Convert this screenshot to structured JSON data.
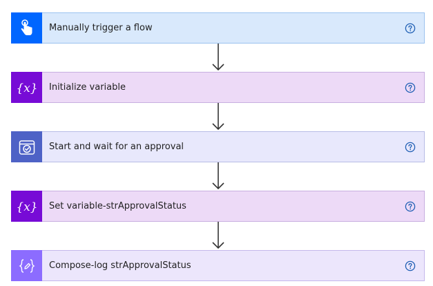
{
  "steps": [
    {
      "label": "Manually trigger a flow",
      "icon": "hand-touch-icon",
      "icon_bg": "#0066ff",
      "card_bg": "#d9e9fc",
      "border": "#9bc2ef"
    },
    {
      "label": "Initialize variable",
      "icon": "variable-braces-icon",
      "icon_bg": "#770bd6",
      "card_bg": "#eddaf7",
      "border": "#c7aee0"
    },
    {
      "label": "Start and wait for an approval",
      "icon": "approval-icon",
      "icon_bg": "#4e62c6",
      "card_bg": "#e8e8fc",
      "border": "#b7bce6"
    },
    {
      "label": "Set variable-strApprovalStatus",
      "icon": "variable-braces-icon",
      "icon_bg": "#770bd6",
      "card_bg": "#eddaf7",
      "border": "#c7aee0"
    },
    {
      "label": "Compose-log strApprovalStatus",
      "icon": "compose-icon",
      "icon_bg": "#8c6cff",
      "card_bg": "#ece6fc",
      "border": "#c4b7ec"
    }
  ],
  "colors": {
    "help": "#1f5fb4",
    "arrow": "#333333"
  }
}
